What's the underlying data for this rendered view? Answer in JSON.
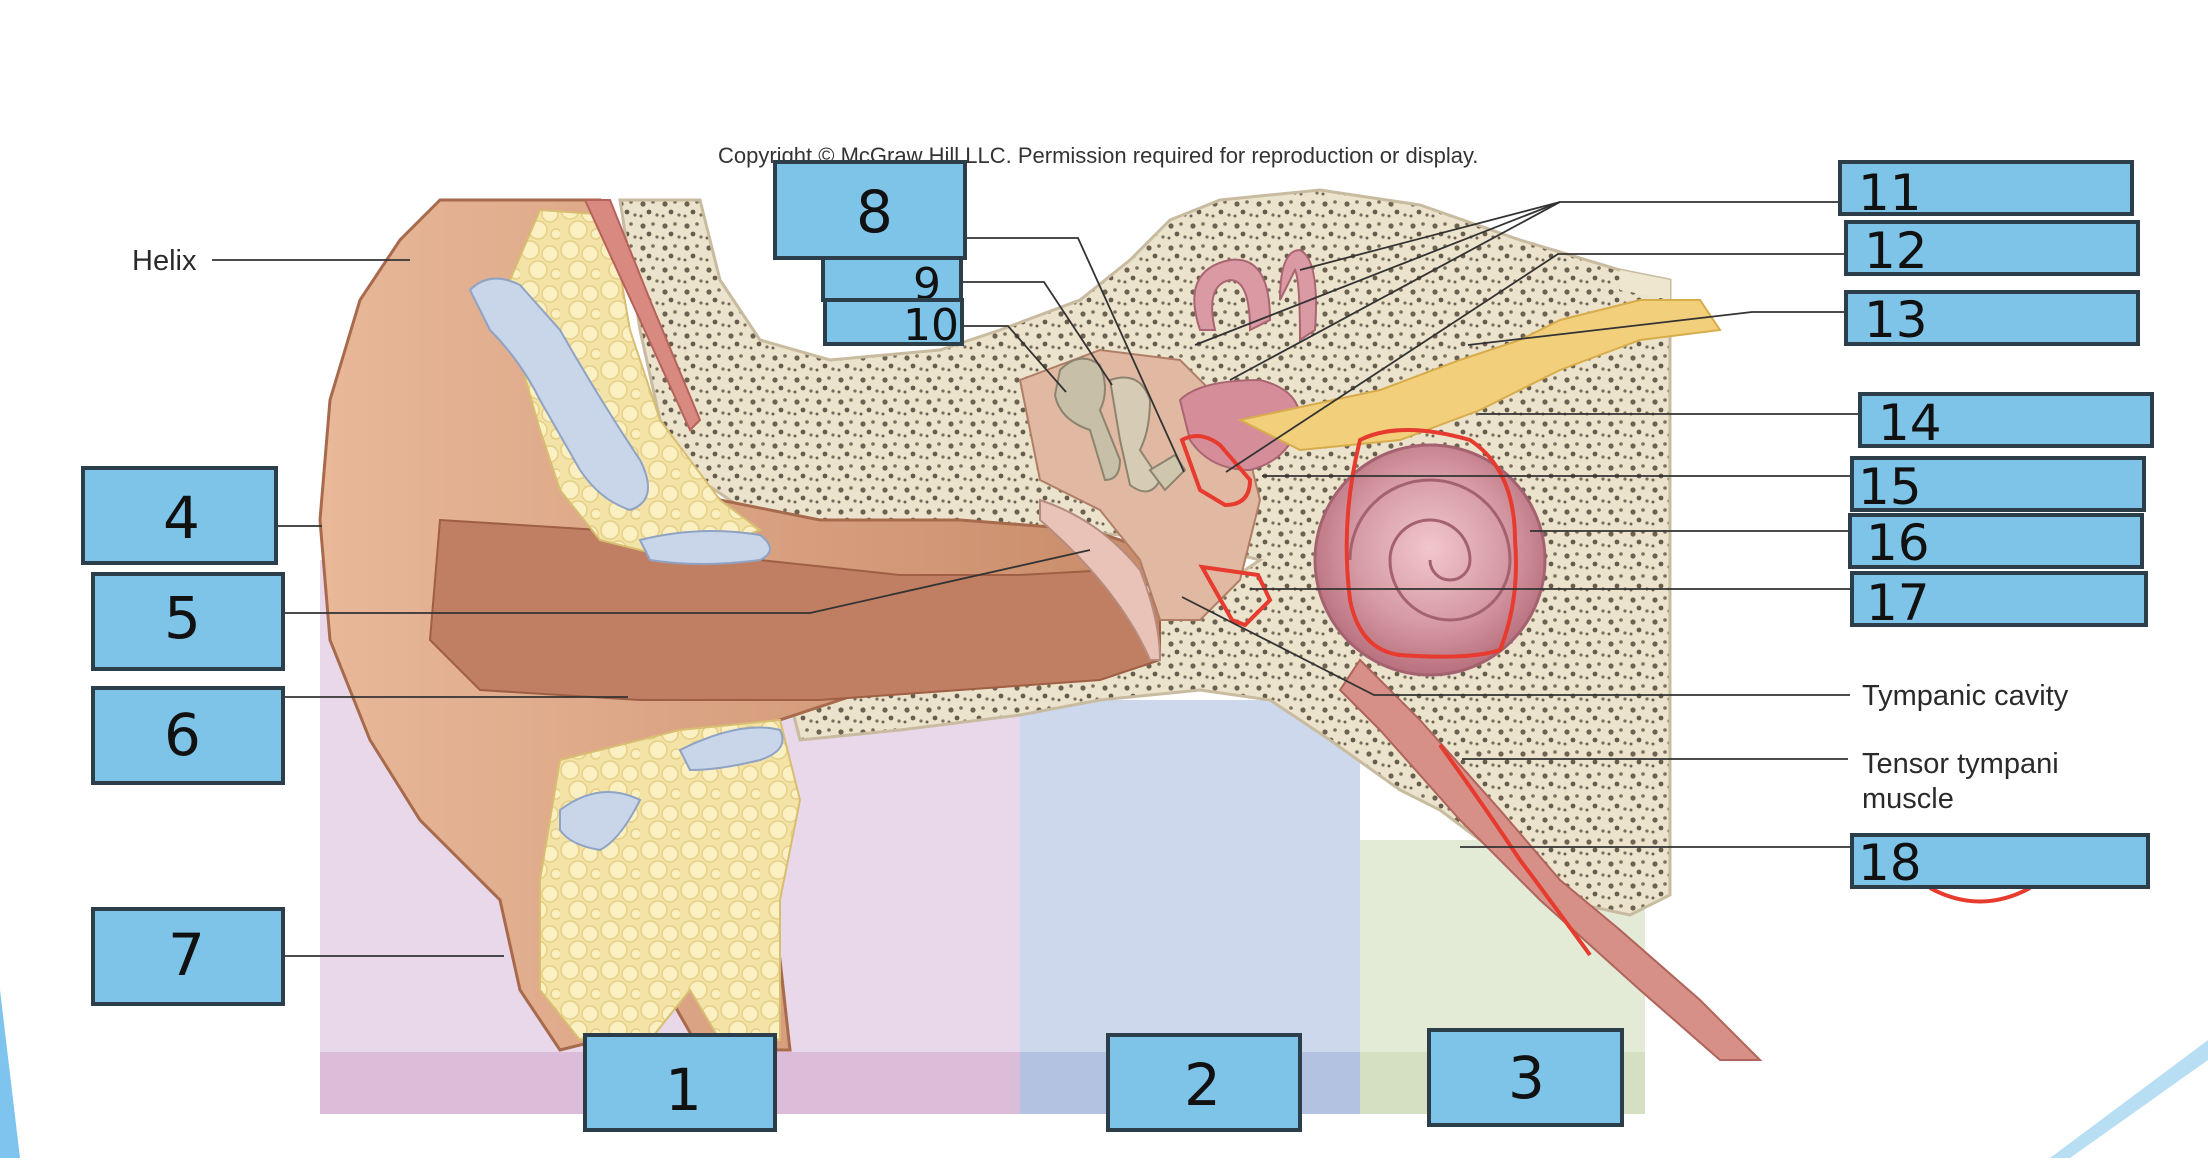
{
  "copyright": "Copyright © McGraw Hill LLC. Permission required for reproduction or display.",
  "labels": {
    "helix": "Helix",
    "tympanic_cavity": "Tympanic cavity",
    "tensor_line1": "Tensor tympani",
    "tensor_line2": "muscle"
  },
  "boxes": [
    "1",
    "2",
    "3",
    "4",
    "5",
    "6",
    "7",
    "8",
    "9",
    "10",
    "11",
    "12",
    "13",
    "14",
    "15",
    "16",
    "17",
    "18"
  ],
  "colors": {
    "answer_box": "#7ec4e8",
    "box_border": "#2b3e4a",
    "outer_ear_zone": "#e8d8ea",
    "middle_ear_zone": "#cdd8ec",
    "inner_ear_zone": "#e3ebd7",
    "annotation_red": "#e63b2e"
  }
}
